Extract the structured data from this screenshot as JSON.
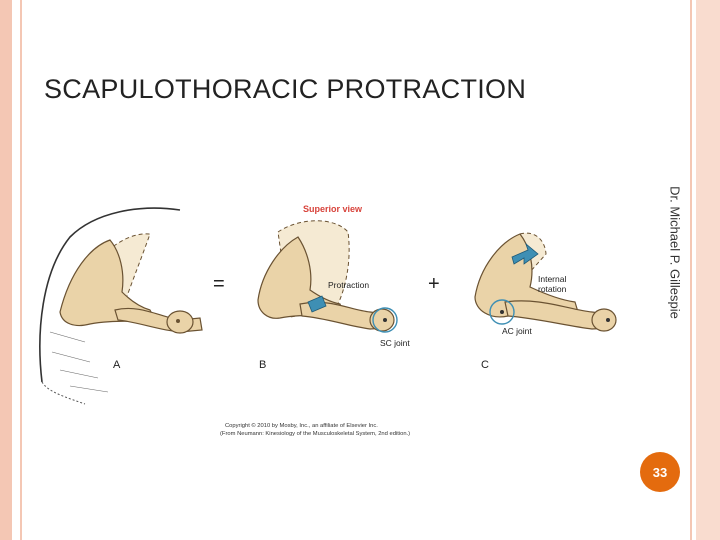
{
  "slide": {
    "title": "SCAPULOTHORACIC PROTRACTION",
    "author": "Dr. Michael P. Gillespie",
    "page_number": "33"
  },
  "figure": {
    "heading": "Superior view",
    "operator_equals": "=",
    "operator_plus": "+",
    "panel_labels": [
      "A",
      "B",
      "C"
    ],
    "labels": {
      "protraction": "Protraction",
      "sc_joint": "SC joint",
      "internal_rotation_line1": "Internal",
      "internal_rotation_line2": "rotation",
      "ac_joint": "AC joint"
    },
    "copyright_line1": "Copyright © 2010 by Mosby, Inc., an affiliate of Elsevier Inc.",
    "copyright_line2": "(From Neumann: Kinesiology of the Musculoskeletal System, 2nd edition.)"
  },
  "colors": {
    "bone": "#ead3a8",
    "bone_stroke": "#6a5232",
    "arrow": "#3e8fb4",
    "heading_red": "#d8433b",
    "badge": "#e46b0e"
  }
}
